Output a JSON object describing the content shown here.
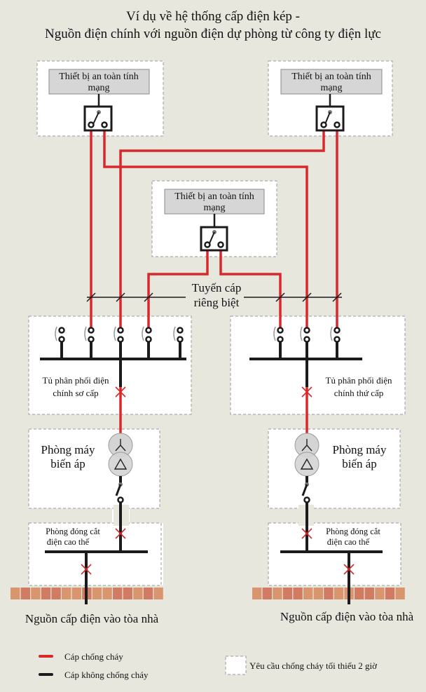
{
  "title": {
    "line1": "Ví dụ về hệ thống cấp điện kép -",
    "line2": "Nguồn điện chính với nguồn điện dự phòng từ công ty điện lực"
  },
  "life_safety_devices": [
    {
      "id": "left",
      "label_line1": "Thiết bị an toàn tính",
      "label_line2": "mạng"
    },
    {
      "id": "right",
      "label_line1": "Thiết bị an toàn tính",
      "label_line2": "mạng"
    },
    {
      "id": "center",
      "label_line1": "Thiết bị an toàn tính",
      "label_line2": "mạng"
    }
  ],
  "cable_route": {
    "line1": "Tuyến cáp",
    "line2": "riêng biệt"
  },
  "switchboards": {
    "primary": {
      "line1": "Tủ phân phối điện",
      "line2": "chính sơ cấp",
      "outgoing_ways": 5
    },
    "secondary": {
      "line1": "Tủ phân phối điện",
      "line2": "chính thứ cấp",
      "outgoing_ways": 3
    }
  },
  "transformer_rooms": [
    {
      "line1": "Phòng máy",
      "line2": "biến áp"
    },
    {
      "line1": "Phòng máy",
      "line2": "biến áp"
    }
  ],
  "hv_switch_rooms": [
    {
      "line1": "Phòng đóng cắt",
      "line2": "điện cao thế"
    },
    {
      "line1": "Phòng đóng cắt",
      "line2": "điện cao thế"
    }
  ],
  "incoming_supply": [
    {
      "label": "Nguồn cấp điện vào tòa nhà"
    },
    {
      "label": "Nguồn cấp điện vào tòa nhà"
    }
  ],
  "legend": {
    "fire_rated_cable": {
      "label": "Cáp chống cháy",
      "color": "#d8282c"
    },
    "non_fire_rated_cable": {
      "label": "Cáp không chống cháy",
      "color": "#1c1a1a"
    },
    "fire_rated_room": {
      "label": "Yêu cầu chống cháy tối thiểu 2 giờ"
    }
  },
  "colors": {
    "background": "#e8e7de",
    "fire_cable": "#d8282c",
    "normal_cable": "#1c1a1a",
    "brick_a": "#d9956e",
    "brick_b": "#d07b62"
  }
}
